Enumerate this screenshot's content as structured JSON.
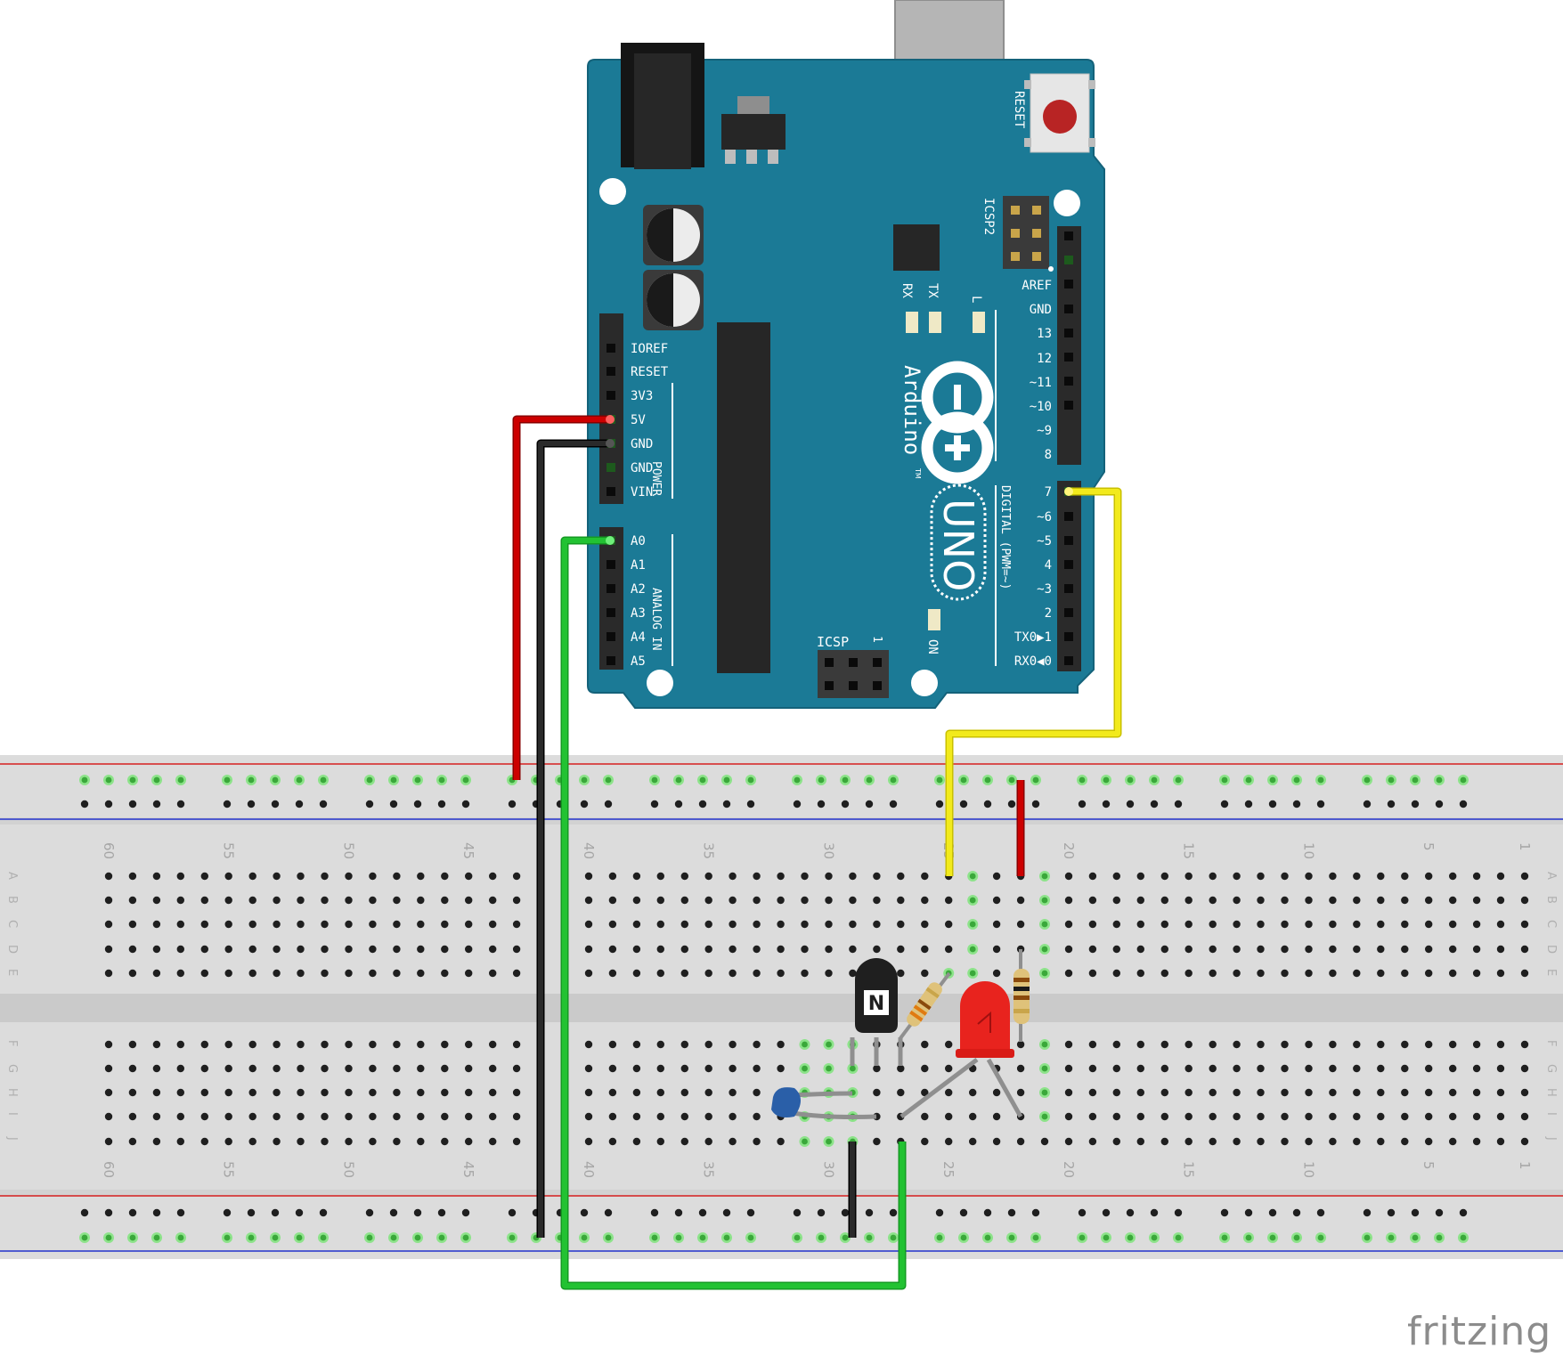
{
  "watermark": "fritzing",
  "arduino": {
    "brand": "Arduino",
    "model": "UNO",
    "tm": "TM",
    "reset_label": "RESET",
    "icsp2_label": "ICSP2",
    "icsp_label": "ICSP",
    "icsp_pin1": "1",
    "on_label": "ON",
    "l_label": "L",
    "tx_label": "TX",
    "rx_label": "RX",
    "power_group": "POWER",
    "analog_group": "ANALOG IN",
    "digital_group": "DIGITAL (PWM=~)",
    "power_pins": [
      "IOREF",
      "RESET",
      "3V3",
      "5V",
      "GND",
      "GND",
      "VIN"
    ],
    "analog_pins": [
      "A0",
      "A1",
      "A2",
      "A3",
      "A4",
      "A5"
    ],
    "digital_top_pins": [
      "AREF",
      "GND",
      "13",
      "12",
      "~11",
      "~10",
      "~9",
      "8"
    ],
    "digital_bottom_pins": [
      "7",
      "~6",
      "~5",
      "4",
      "~3",
      "2",
      "TX0▶1",
      "RX0◀0"
    ]
  },
  "breadboard": {
    "column_numbers": [
      "60",
      "55",
      "50",
      "45",
      "40",
      "35",
      "30",
      "25",
      "20",
      "15",
      "10",
      "5",
      "1"
    ],
    "rows_top": [
      "A",
      "B",
      "C",
      "D",
      "E"
    ],
    "rows_bottom": [
      "F",
      "G",
      "H",
      "I",
      "J"
    ]
  },
  "components": {
    "transistor_mark": "N"
  },
  "colors": {
    "board": "#1b7a96",
    "wire_red": "#cc0000",
    "wire_black": "#1a1a1a",
    "wire_green": "#22c232",
    "wire_yellow": "#f2ea1c",
    "led": "#e8231e",
    "capacitor": "#2a5fa8"
  }
}
